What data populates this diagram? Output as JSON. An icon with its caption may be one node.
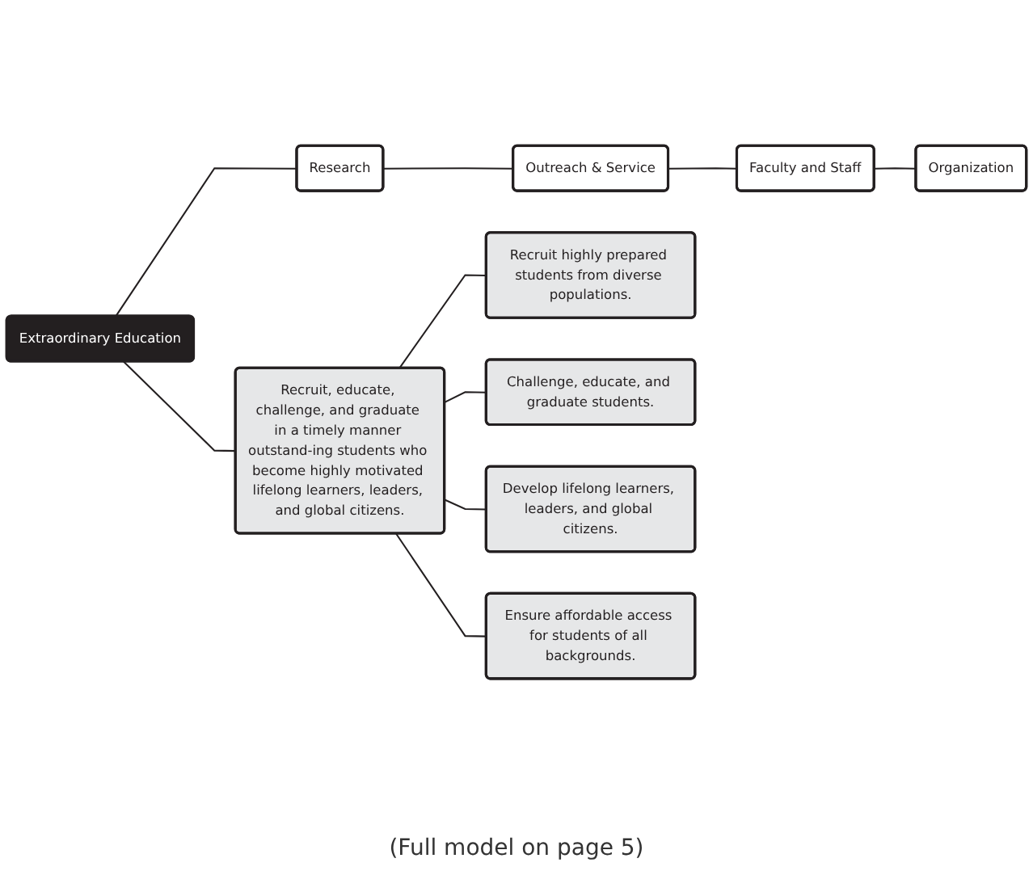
{
  "diagram": {
    "nodes": [
      {
        "text": [
          "Extraordinary Education"
        ]
      },
      {
        "text": [
          "Research"
        ]
      },
      {
        "text": [
          "Outreach & Service"
        ]
      },
      {
        "text": [
          "Faculty and Staff"
        ]
      },
      {
        "text": [
          "Organization"
        ]
      },
      {
        "text": [
          "Recruit, educate, challenge, and graduate in a timely manner outstand-ing students who become highly motivated lifelong learners, leaders, and global citizens."
        ]
      },
      {
        "text": [
          "Recruit highly prepared students from diverse populations."
        ]
      },
      {
        "text": [
          "Challenge, educate, and graduate students."
        ]
      },
      {
        "text": [
          "Develop lifelong learners, leaders, and global citizens."
        ]
      },
      {
        "text": [
          "Ensure affordable access for students of all backgrounds."
        ]
      }
    ],
    "edges": [
      {
        "from": 0,
        "to": 1,
        "arrow": "none"
      },
      {
        "from": 1,
        "to": 2,
        "arrow": "none"
      },
      {
        "from": 2,
        "to": 3,
        "arrow": "none"
      },
      {
        "from": 3,
        "to": 4,
        "arrow": "none"
      },
      {
        "from": 0,
        "to": 5,
        "arrow": "none"
      },
      {
        "from": 5,
        "to": 6,
        "arrow": "none"
      },
      {
        "from": 5,
        "to": 7,
        "arrow": "none"
      },
      {
        "from": 5,
        "to": 8,
        "arrow": "none"
      },
      {
        "from": 5,
        "to": 9,
        "arrow": "none"
      }
    ],
    "labels": [
      "(Full model on page 5)"
    ]
  }
}
